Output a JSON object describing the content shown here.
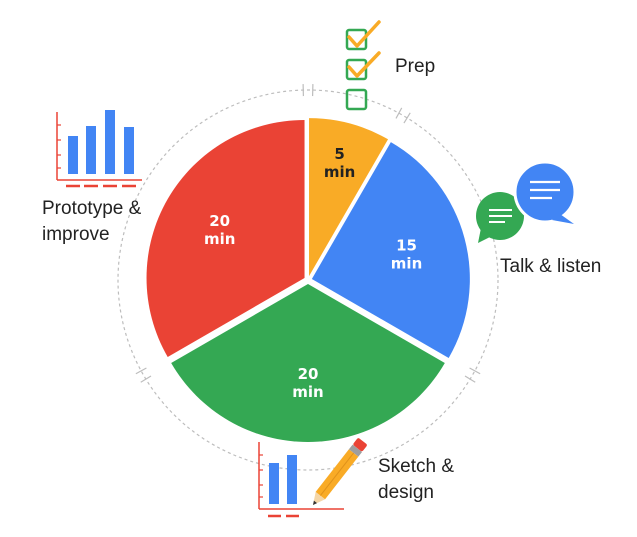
{
  "chart_data": {
    "type": "pie",
    "slices": [
      {
        "name": "Prep",
        "value": 5,
        "unit": "min",
        "color": "#F9AB26",
        "text_color": "#222222"
      },
      {
        "name": "Talk & listen",
        "value": 15,
        "unit": "min",
        "color": "#4285F4",
        "text_color": "#ffffff"
      },
      {
        "name": "Sketch & design",
        "value": 20,
        "unit": "min",
        "color": "#34A853",
        "text_color": "#ffffff"
      },
      {
        "name": "Prototype & improve",
        "value": 20,
        "unit": "min",
        "color": "#EA4335",
        "text_color": "#ffffff"
      }
    ],
    "start_angle": "12 o'clock",
    "direction": "clockwise"
  },
  "labels": {
    "prep": [
      "Prep"
    ],
    "talk": [
      "Talk & listen"
    ],
    "sketch": [
      "Sketch &",
      "design"
    ],
    "prototype": [
      "Prototype &",
      "improve"
    ]
  },
  "icons": {
    "prep": "checklist-icon",
    "talk": "chat-bubbles-icon",
    "sketch": "pencil-chart-icon",
    "prototype": "bar-chart-icon"
  },
  "colors": {
    "checkbox": "#34A853",
    "check": "#F9AB26",
    "bar": "#4285F4",
    "axis": "#EA4335",
    "ring": "#BDBDBD"
  }
}
